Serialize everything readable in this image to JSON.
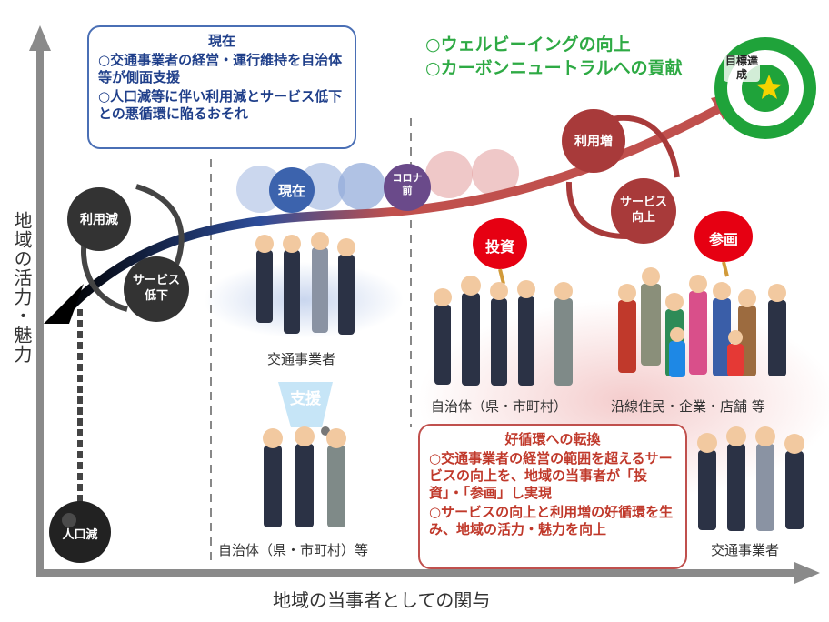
{
  "axes": {
    "y_label": "地域の活力・魅力",
    "x_label": "地域の当事者としての関与"
  },
  "current_box": {
    "title": "現在",
    "items": [
      "○交通事業者の経営・運行維持を自治体等が側面支援",
      "○人口減等に伴い利用減とサービス低下との悪循環に陥るおそれ"
    ]
  },
  "goals": [
    "○ウェルビーイングの向上",
    "○カーボンニュートラルへの貢献"
  ],
  "target": "目標達成",
  "vicious_cycle": {
    "top": "利用減",
    "bottom": "サービス低下"
  },
  "virtuous_cycle": {
    "top": "利用増",
    "bottom": "サービス向上"
  },
  "population_ball": "人口減",
  "markers": {
    "now": "現在",
    "corona": "コロナ前"
  },
  "fans": {
    "invest": "投資",
    "participate": "参画"
  },
  "support_label": "支援",
  "groups": {
    "operators_top": "交通事業者",
    "municipality_bottom": "自治体（県・市町村）等",
    "municipality_right": "自治体（県・市町村）",
    "residents": "沿線住民・企業・店舗 等",
    "operators_right": "交通事業者"
  },
  "transition_box": {
    "title": "好循環への転換",
    "items": [
      "○交通事業者の経営の範囲を超えるサービスの向上を、地域の当事者が「投資」・「参画」し実現",
      "○サービスの向上と利用増の好循環を生み、地域の活力・魅力を向上"
    ]
  },
  "colors": {
    "blue": "#4a6fb5",
    "red": "#c0504d",
    "green": "#2eaa44",
    "dark_circle": "#333333",
    "target_green": "#1fa33a",
    "gold": "#f5d300"
  }
}
